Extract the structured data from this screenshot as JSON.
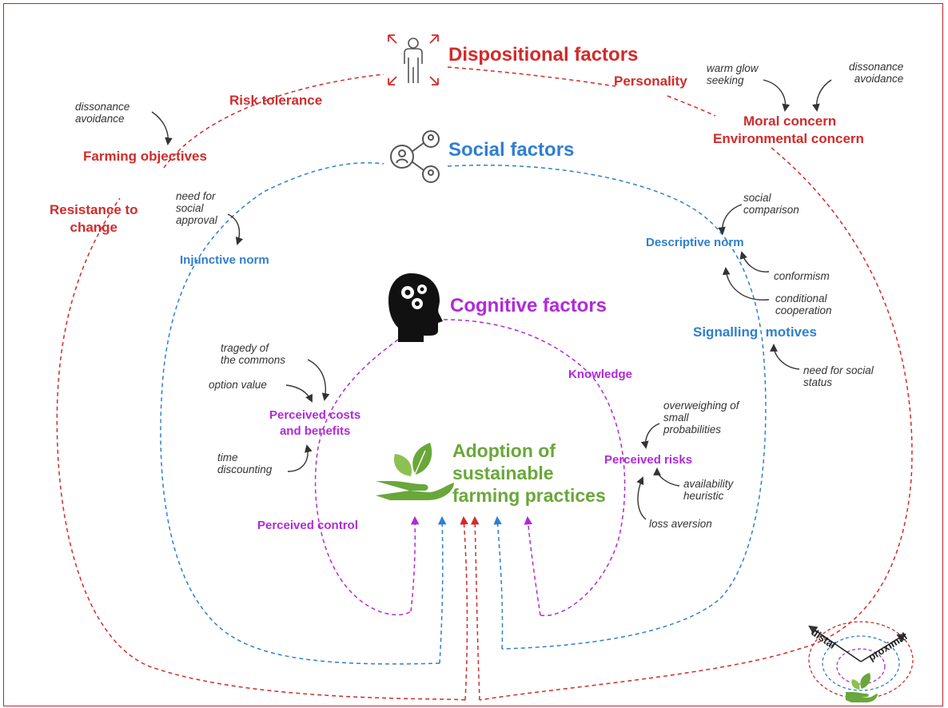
{
  "colors": {
    "dispositional": "#d12b2b",
    "social": "#2f7fd0",
    "cognitive": "#b02ad8",
    "adoption": "#6aa73a",
    "annotation": "#333333"
  },
  "headings": {
    "dispositional": "Dispositional factors",
    "social": "Social factors",
    "cognitive": "Cognitive factors",
    "adoption": [
      "Adoption of",
      "sustainable",
      "farming practices"
    ]
  },
  "dispositional_factors": {
    "personality": "Personality",
    "risk_tolerance": "Risk tolerance",
    "farming_objectives": "Farming objectives",
    "resistance_to_change": [
      "Resistance to",
      "change"
    ],
    "moral_concern": "Moral concern",
    "environmental_concern": "Environmental concern"
  },
  "social_factors": {
    "injunctive_norm": "Injunctive norm",
    "descriptive_norm": "Descriptive norm",
    "signalling_motives": "Signalling  motives"
  },
  "cognitive_factors": {
    "knowledge": "Knowledge",
    "perceived_costs_benefits": [
      "Perceived costs",
      "and benefits"
    ],
    "perceived_risks": "Perceived risks",
    "perceived_control": "Perceived control"
  },
  "annotations": {
    "dissonance_left": [
      "dissonance",
      "avoidance"
    ],
    "warm_glow": [
      "warm glow",
      "seeking"
    ],
    "dissonance_right": [
      "dissonance",
      "avoidance"
    ],
    "social_approval": [
      "need for",
      "social",
      "approval"
    ],
    "social_comparison": [
      "social",
      "comparison"
    ],
    "conformism": "conformism",
    "conditional_cooperation": [
      "conditional",
      "cooperation"
    ],
    "social_status": [
      "need for social",
      "status"
    ],
    "tragedy": [
      "tragedy of",
      "the commons"
    ],
    "option_value": "option value",
    "time_discounting": [
      "time",
      "discounting"
    ],
    "overweighing": [
      "overweighing  of",
      "small",
      "probabilities"
    ],
    "availability": [
      "availability",
      "heuristic"
    ],
    "loss_aversion": "loss aversion"
  },
  "legend": {
    "distal": "distal",
    "proximal": "proximal"
  },
  "icons": [
    "person-arrows-icon",
    "social-network-icon",
    "head-gears-icon",
    "leaf-hand-icon",
    "legend-leaf-icon"
  ]
}
